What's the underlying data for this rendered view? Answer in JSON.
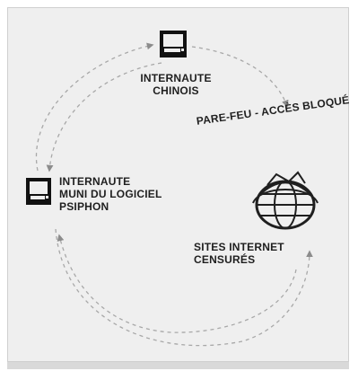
{
  "nodes": {
    "chinese_user": {
      "label": "INTERNAUTE\nCHINOIS",
      "icon": "computer-icon"
    },
    "psiphon_user": {
      "label": "INTERNAUTE\nMUNI DU LOGICIEL\nPSIPHON",
      "icon": "computer-icon"
    },
    "censored_sites": {
      "label": "SITES INTERNET\nCENSURÉS",
      "icon": "globe-icon"
    }
  },
  "firewall_label": "PARE-FEU - ACCÈS BLOQUÉ",
  "colors": {
    "background": "#efefef",
    "line": "#a8a8a8",
    "ink": "#1f1f1f"
  }
}
